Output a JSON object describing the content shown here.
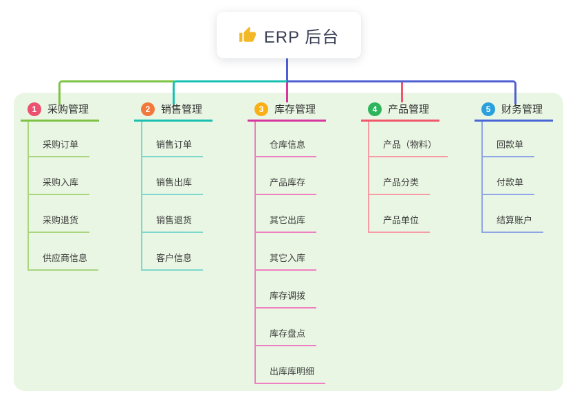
{
  "root": {
    "title": "ERP 后台",
    "icon": "thumbs-up-icon"
  },
  "colors": {
    "indigo": "#4e5fd3",
    "green": "#7dc243",
    "teal": "#17c0b0",
    "magenta": "#d8359f",
    "red": "#f2566b",
    "panel_bg": "#e9f6e3",
    "root_text": "#3b4155",
    "branch_text": "#303030",
    "item_text": "#3c3c3c",
    "thumb": "#f3b827"
  },
  "branches": [
    {
      "num": "1",
      "title": "采购管理",
      "badge_color": "#ec5170",
      "line_color": "#7dc243",
      "sub_line_color": "#a9d67d",
      "items": [
        "采购订单",
        "采购入库",
        "采购退货",
        "供应商信息"
      ]
    },
    {
      "num": "2",
      "title": "销售管理",
      "badge_color": "#f2793b",
      "line_color": "#17c0b0",
      "sub_line_color": "#7cd8cd",
      "items": [
        "销售订单",
        "销售出库",
        "销售退货",
        "客户信息"
      ]
    },
    {
      "num": "3",
      "title": "库存管理",
      "badge_color": "#f9b017",
      "line_color": "#d8359f",
      "sub_line_color": "#ef7fc0",
      "items": [
        "仓库信息",
        "产品库存",
        "其它出库",
        "其它入库",
        "库存调拨",
        "库存盘点",
        "出库库明细"
      ]
    },
    {
      "num": "4",
      "title": "产品管理",
      "badge_color": "#2db45c",
      "line_color": "#f2566b",
      "sub_line_color": "#f79ba6",
      "items": [
        "产品（物料）",
        "产品分类",
        "产品单位"
      ]
    },
    {
      "num": "5",
      "title": "财务管理",
      "badge_color": "#2aa0dd",
      "line_color": "#4a65d6",
      "sub_line_color": "#8fa5e7",
      "items": [
        "回款单",
        "付款单",
        "结算账户"
      ]
    }
  ]
}
